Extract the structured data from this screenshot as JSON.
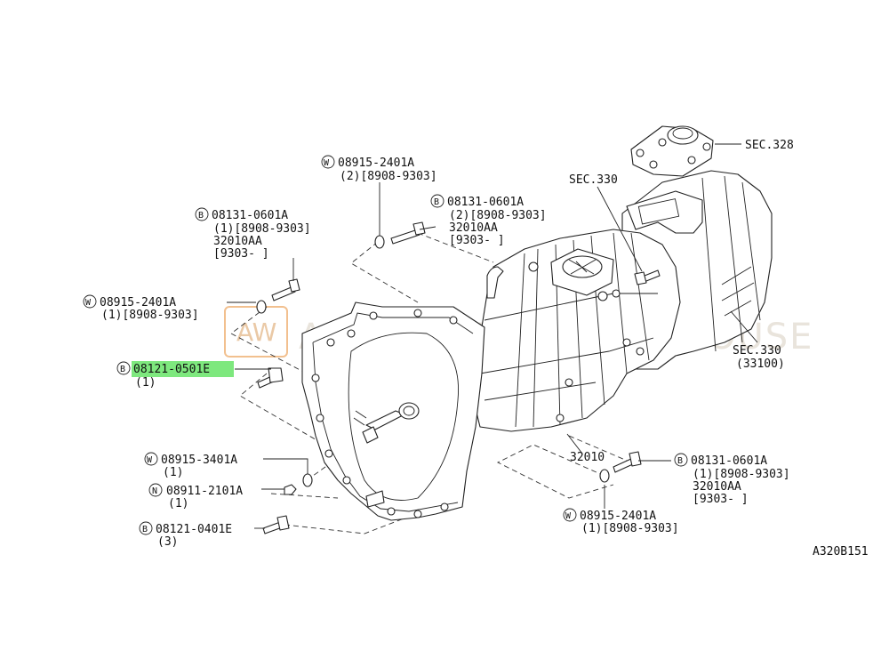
{
  "watermark": {
    "logo": "AW",
    "text": "AUTOMOTIVE WAREHOUSE"
  },
  "figure_code": "A320B151",
  "callouts": [
    {
      "id": "sec328",
      "prefix": "",
      "part": "SEC.328",
      "lines": []
    },
    {
      "id": "sec330-top",
      "prefix": "",
      "part": "SEC.330",
      "lines": []
    },
    {
      "id": "sec330-right",
      "prefix": "",
      "part": "SEC.330",
      "lines": [
        "(33100)"
      ]
    },
    {
      "id": "w-top",
      "prefix": "W",
      "part": "08915-2401A",
      "lines": [
        "(2)[8908-9303]"
      ]
    },
    {
      "id": "b-top-right",
      "prefix": "B",
      "part": "08131-0601A",
      "lines": [
        "(2)[8908-9303]",
        "32010AA",
        "[9303-     ]"
      ]
    },
    {
      "id": "b-top-left",
      "prefix": "B",
      "part": "08131-0601A",
      "lines": [
        "(1)[8908-9303]",
        "32010AA",
        "[9303-     ]"
      ]
    },
    {
      "id": "w-left",
      "prefix": "W",
      "part": "08915-2401A",
      "lines": [
        "(1)[8908-9303]"
      ]
    },
    {
      "id": "b-highlight",
      "prefix": "B",
      "part": "08121-0501E",
      "lines": [
        "(1)"
      ],
      "highlight": true
    },
    {
      "id": "w-bottom-left",
      "prefix": "W",
      "part": "08915-3401A",
      "lines": [
        "(1)"
      ]
    },
    {
      "id": "n-bottom-left",
      "prefix": "N",
      "part": "08911-2101A",
      "lines": [
        "(1)"
      ]
    },
    {
      "id": "b-bottom-left",
      "prefix": "B",
      "part": "08121-0401E",
      "lines": [
        "(3)"
      ]
    },
    {
      "id": "part-32010",
      "prefix": "",
      "part": "32010",
      "lines": []
    },
    {
      "id": "b-bottom-right",
      "prefix": "B",
      "part": "08131-0601A",
      "lines": [
        "(1)[8908-9303]",
        "32010AA",
        "[9303-     ]"
      ]
    },
    {
      "id": "w-bottom-right",
      "prefix": "W",
      "part": "08915-2401A",
      "lines": [
        "(1)[8908-9303]"
      ]
    }
  ],
  "colors": {
    "highlight": "#7ee87e",
    "line": "#222222",
    "background": "#ffffff",
    "watermark_logo": "#f2b37a",
    "watermark_text": "#e9e4dc"
  }
}
